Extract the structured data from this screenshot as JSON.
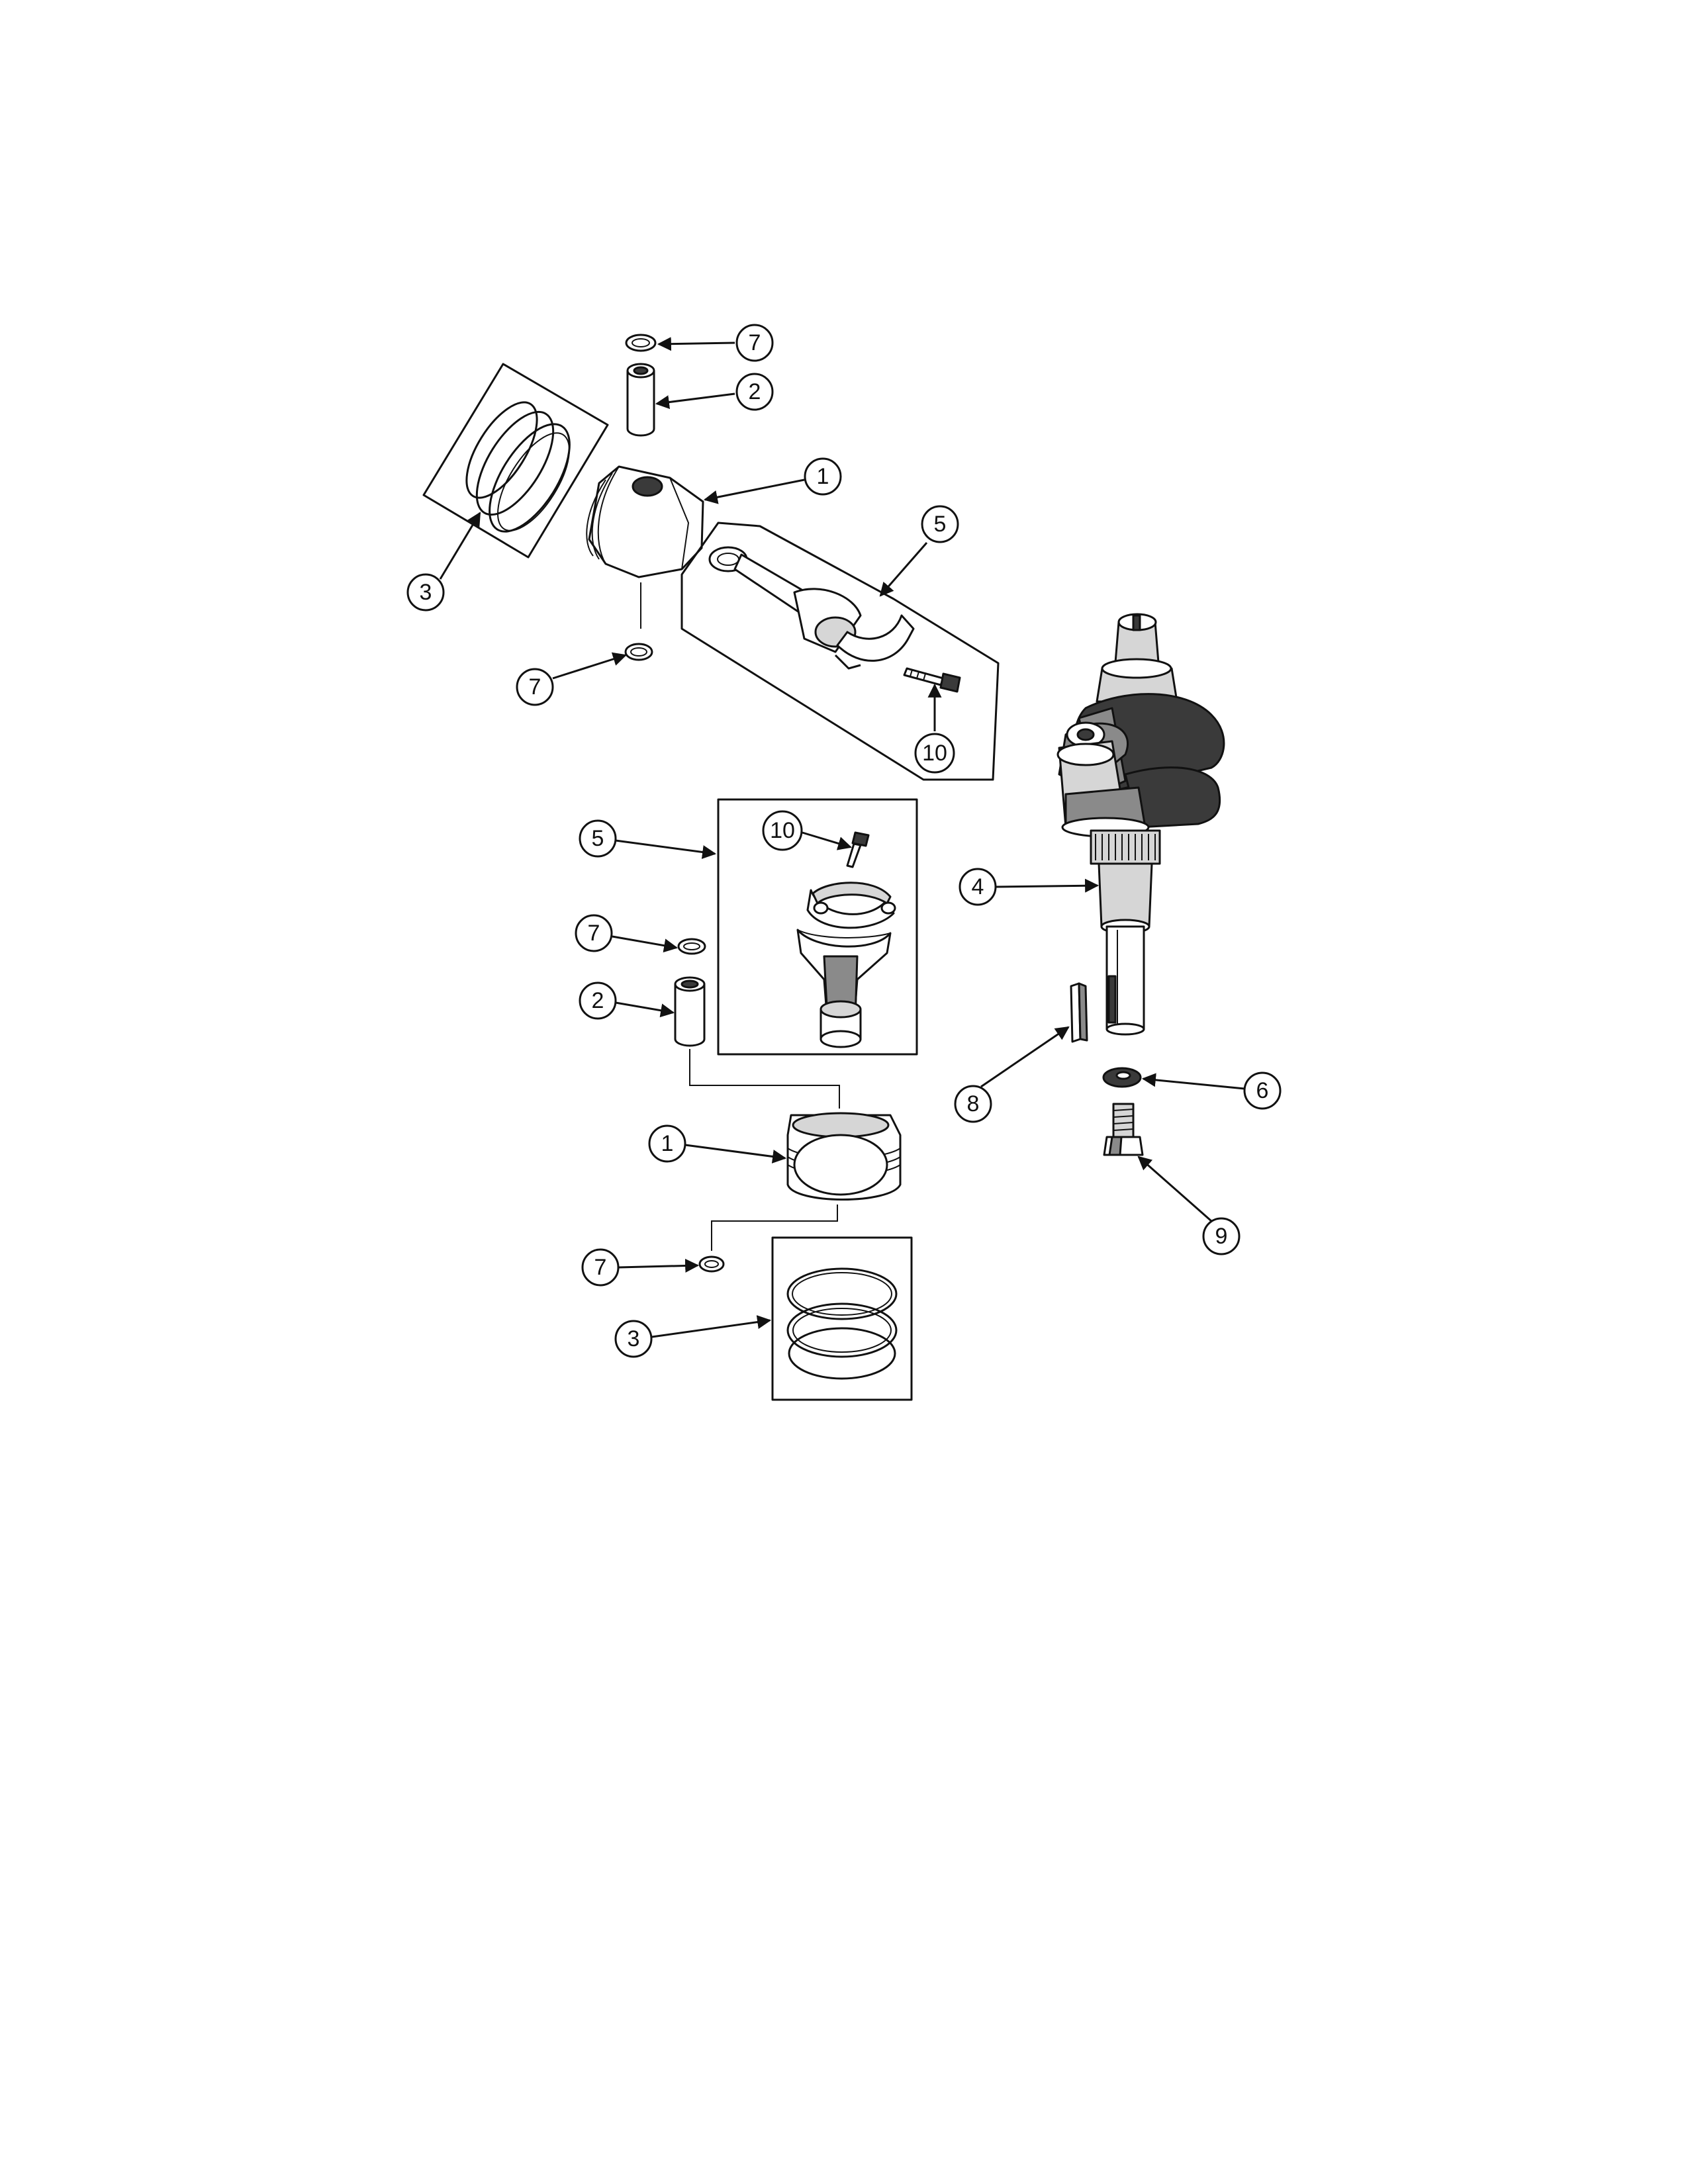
{
  "diagram": {
    "callouts": [
      {
        "id": "c7a",
        "label": "7"
      },
      {
        "id": "c2a",
        "label": "2"
      },
      {
        "id": "c1a",
        "label": "1"
      },
      {
        "id": "c3a",
        "label": "3"
      },
      {
        "id": "c5a",
        "label": "5"
      },
      {
        "id": "c7b",
        "label": "7"
      },
      {
        "id": "c10a",
        "label": "10"
      },
      {
        "id": "c5b",
        "label": "5"
      },
      {
        "id": "c10b",
        "label": "10"
      },
      {
        "id": "c7c",
        "label": "7"
      },
      {
        "id": "c2b",
        "label": "2"
      },
      {
        "id": "c1b",
        "label": "1"
      },
      {
        "id": "c7d",
        "label": "7"
      },
      {
        "id": "c3b",
        "label": "3"
      },
      {
        "id": "c4",
        "label": "4"
      },
      {
        "id": "c8",
        "label": "8"
      },
      {
        "id": "c6",
        "label": "6"
      },
      {
        "id": "c9",
        "label": "9"
      }
    ]
  }
}
